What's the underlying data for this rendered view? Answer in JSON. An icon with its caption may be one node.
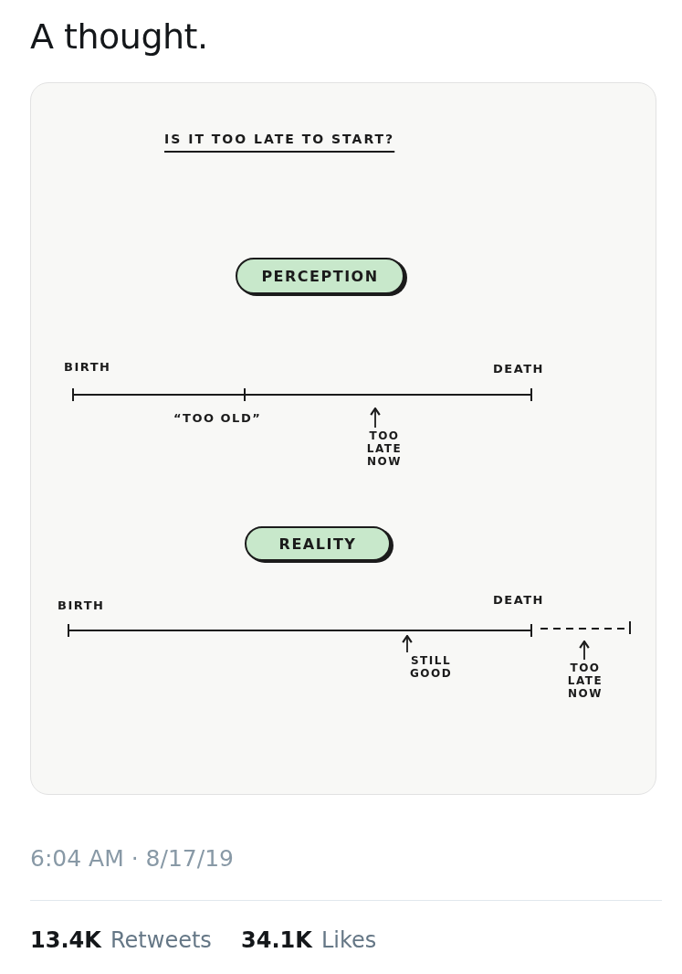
{
  "diagram": {
    "title": "IS IT TOO LATE TO START?",
    "nodes": [
      {
        "text": [
          "PERCEPTION"
        ]
      },
      {
        "text": [
          "REALITY"
        ]
      },
      {
        "text": [
          "TOO LATE NOW"
        ]
      },
      {
        "text": [
          "STILL GOOD"
        ]
      },
      {
        "text": [
          "TOO LATE NOW"
        ]
      }
    ],
    "edges": [
      {
        "from": 2,
        "to": null,
        "arrow": "to"
      },
      {
        "from": 3,
        "to": null,
        "arrow": "to"
      },
      {
        "from": 4,
        "to": null,
        "arrow": "to"
      }
    ],
    "labels": [
      "A thought.",
      "BIRTH",
      "DEATH",
      "“TOO OLD”",
      "BIRTH",
      "DEATH",
      "6:04 AM · 8/17/19",
      "13.4K",
      "Retweets",
      "34.1K",
      "Likes"
    ]
  }
}
